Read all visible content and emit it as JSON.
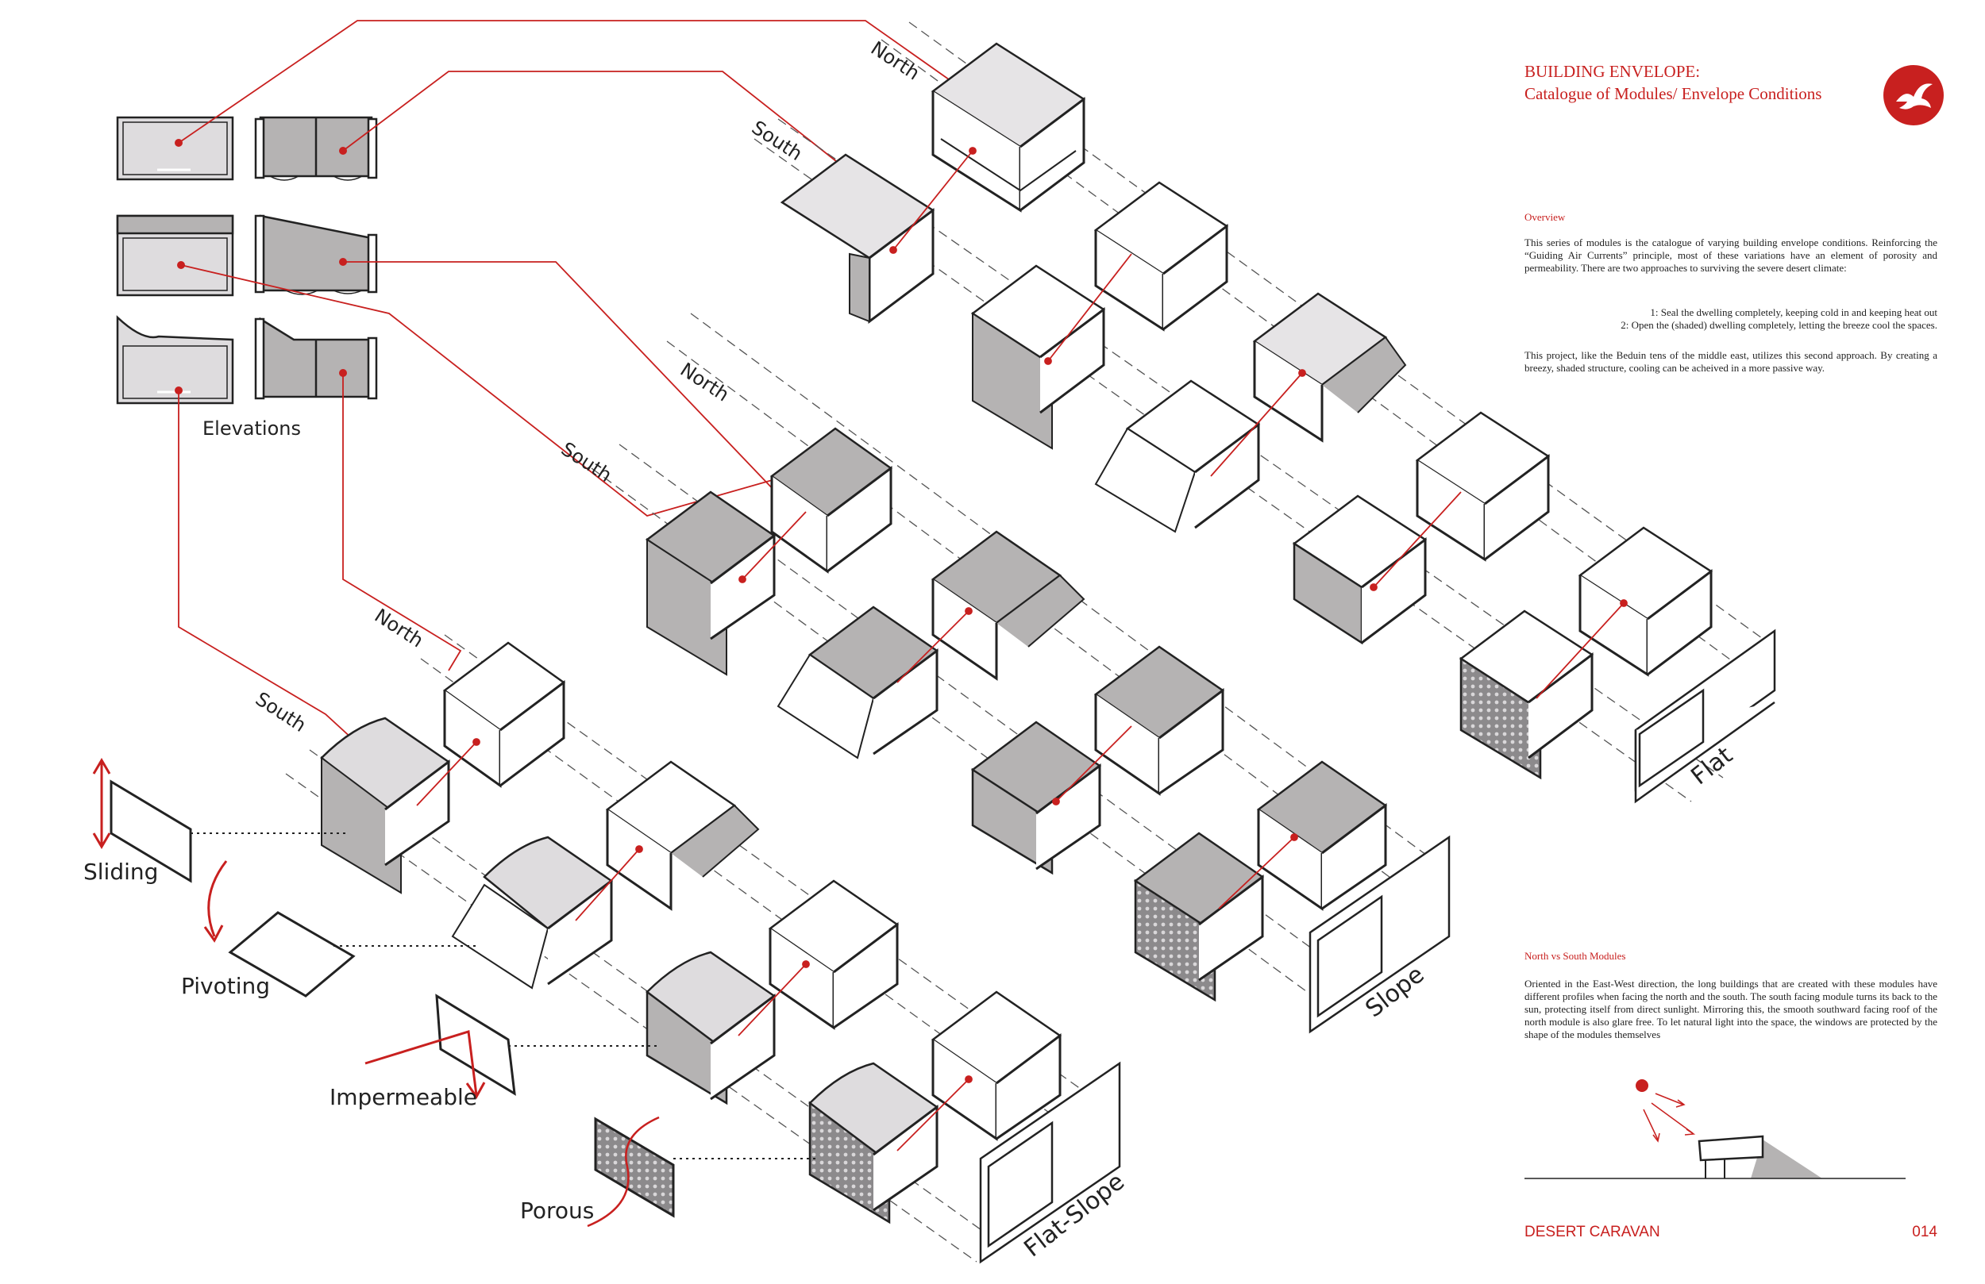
{
  "labels": {
    "north": "North",
    "south": "South",
    "elevations": "Elevations",
    "sliding": "Sliding",
    "pivoting": "Pivoting",
    "impermeable": "Impermeable",
    "porous": "Porous",
    "flat": "Flat",
    "slope": "Slope",
    "flat_slope": "Flat-Slope"
  },
  "panel": {
    "title_line1": "BUILDING ENVELOPE:",
    "title_line2": "Catalogue of Modules/ Envelope Conditions",
    "overview_heading": "Overview",
    "overview_text": "This series of modules is the catalogue of varying building envelope conditions. Reinforcing the “Guiding Air Currents” principle, most of these variations have an element of porosity and permeability. There are two approaches to surviving the severe desert climate:",
    "approach_1": "1: Seal the dwelling completely, keeping cold in and keeping heat out",
    "approach_2": "2: Open the (shaded) dwelling completely, letting the breeze cool the spaces.",
    "project_text": "This project, like the Beduin tens of the middle east, utilizes this second approach. By creating a breezy, shaded structure, cooling can be acheived in a more passive way.",
    "north_south_heading": "North vs South Modules",
    "north_south_text": "Oriented in the East-West direction, the long buildings that are created with these modules have different profiles when facing the north and the south. The south facing module turns its back to the sun, protecting itself from direct sunlight. Mirroring this, the smooth southward facing roof of the north module is also glare free. To let natural light into the space, the windows are protected by the shape of the modules themselves"
  },
  "footer": {
    "project_name": "DESERT CARAVAN",
    "page_number": "014"
  },
  "colors": {
    "accent": "#c8201f",
    "line": "#222222",
    "shade": "#b5b3b3",
    "light_shade": "#dedcde"
  },
  "icons": {
    "logo": "bird-emblem-icon",
    "sun": "sun-icon"
  }
}
